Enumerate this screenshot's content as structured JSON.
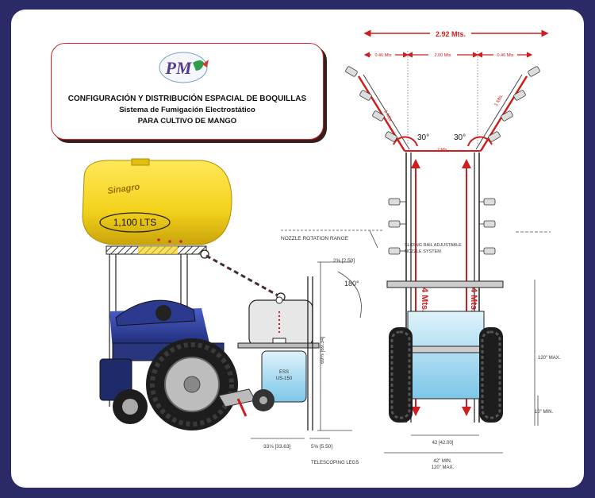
{
  "title": {
    "logo_text": "PM",
    "line1": "CONFIGURACIÓN Y DISTRIBUCIÓN ESPACIAL DE BOQUILLAS",
    "line2": "Sistema de Fumigación Electrostático",
    "line3": "PARA CULTIVO DE MANGO"
  },
  "tank": {
    "brand": "Sinagro",
    "capacity": "1,100 LTS"
  },
  "dimensions": {
    "total_width": "2.92 Mts.",
    "left_segment": "0.46 Mts",
    "middle_segment": "2.00 Mts",
    "right_segment": "0.46 Mts",
    "arm_left": "1 Mts.",
    "arm_right": "1 Mts.",
    "angle_left": "30°",
    "angle_right": "30°",
    "top_bar": "2 Mts.",
    "height_left": "4 Mts.",
    "height_right": "4 Mts."
  },
  "technical_labels": {
    "nozzle_rotation": "NOZZLE ROTATION RANGE",
    "sliding_rail_1": "SLIDING RAIL ADJUSTABLE",
    "sliding_rail_2": "NOZZLE SYSTEM",
    "angle_180": "180°",
    "dim_2_5": "2⅝ [2.50]",
    "dim_69": "69⅛ [69.34]",
    "dim_33": "33⅛ [33.63]",
    "dim_5_5": "5⅝ [5.50]",
    "dim_42": "42 [42.00]",
    "dim_120_max": "120\" MAX.",
    "dim_10_min": "10\" MIN.",
    "dim_42_min": "42\" MIN.",
    "dim_120_max_2": "120\" MAX.",
    "telescoping": "TELESCOPING LEGS",
    "small_tank": "US-150",
    "small_tank_brand": "ESS"
  },
  "colors": {
    "accent_red": "#cc1f1f",
    "tank_yellow": "#f3d21b",
    "tractor_blue": "#2b3a8f",
    "background": "#2a2a66"
  }
}
